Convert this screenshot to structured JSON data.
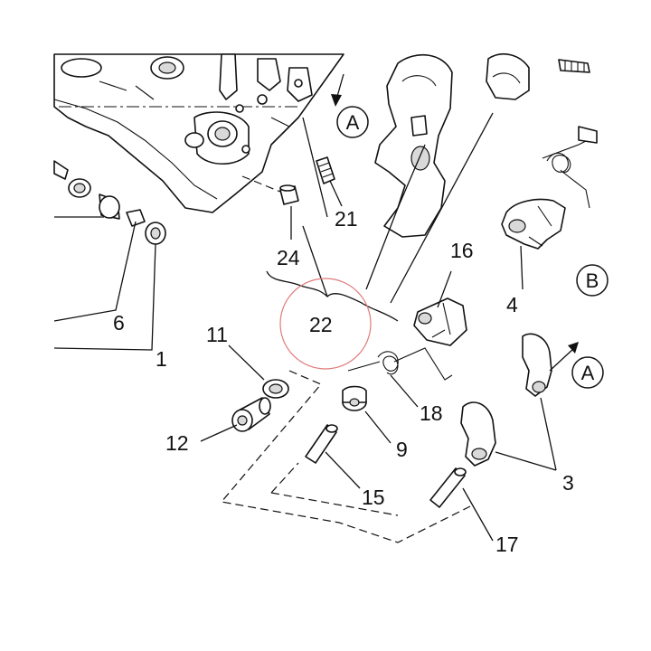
{
  "callouts": {
    "c1": "1",
    "c3": "3",
    "c4": "4",
    "c6": "6",
    "c9": "9",
    "c11": "11",
    "c12": "12",
    "c15": "15",
    "c16": "16",
    "c17": "17",
    "c18": "18",
    "c21": "21",
    "c22": "22",
    "c24": "24"
  },
  "view_markers": {
    "a_top": "A",
    "a_right": "A",
    "b_right": "B"
  },
  "highlight_color": "#e07a7a"
}
